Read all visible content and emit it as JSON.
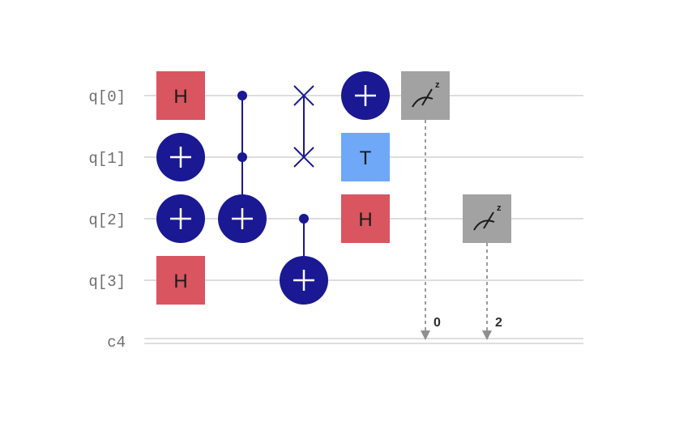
{
  "circuit": {
    "qubit_labels": [
      "q[0]",
      "q[1]",
      "q[2]",
      "q[3]"
    ],
    "classical_label": "c4",
    "gates": {
      "h_q0": "H",
      "t_q1": "T",
      "h_q2": "H",
      "h_q3": "H"
    },
    "measurements": [
      {
        "qubit": "q[0]",
        "classical_bit": "0",
        "basis": "z"
      },
      {
        "qubit": "q[2]",
        "classical_bit": "2",
        "basis": "z"
      }
    ],
    "operations": [
      {
        "column": 1,
        "type": "H",
        "target": "q[0]"
      },
      {
        "column": 1,
        "type": "X",
        "target": "q[1]"
      },
      {
        "column": 1,
        "type": "X",
        "target": "q[2]"
      },
      {
        "column": 1,
        "type": "H",
        "target": "q[3]"
      },
      {
        "column": 2,
        "type": "CCX",
        "controls": [
          "q[0]",
          "q[1]"
        ],
        "target": "q[2]"
      },
      {
        "column": 3,
        "type": "SWAP",
        "qubits": [
          "q[0]",
          "q[1]"
        ]
      },
      {
        "column": 3,
        "type": "CX",
        "controls": [
          "q[2]"
        ],
        "target": "q[3]"
      },
      {
        "column": 4,
        "type": "X",
        "target": "q[0]"
      },
      {
        "column": 4,
        "type": "T",
        "target": "q[1]"
      },
      {
        "column": 4,
        "type": "H",
        "target": "q[2]"
      },
      {
        "column": 5,
        "type": "measure",
        "qubit": "q[0]",
        "classical_bit": "0"
      },
      {
        "column": 6,
        "type": "measure",
        "qubit": "q[2]",
        "classical_bit": "2"
      }
    ],
    "colors": {
      "h_gate": "#d9555f",
      "t_gate": "#6ea8f7",
      "x_gate": "#1a1892",
      "control": "#1a1892",
      "measure": "#a2a2a2",
      "wire": "#dddddd",
      "label": "#6e6e6e"
    }
  }
}
